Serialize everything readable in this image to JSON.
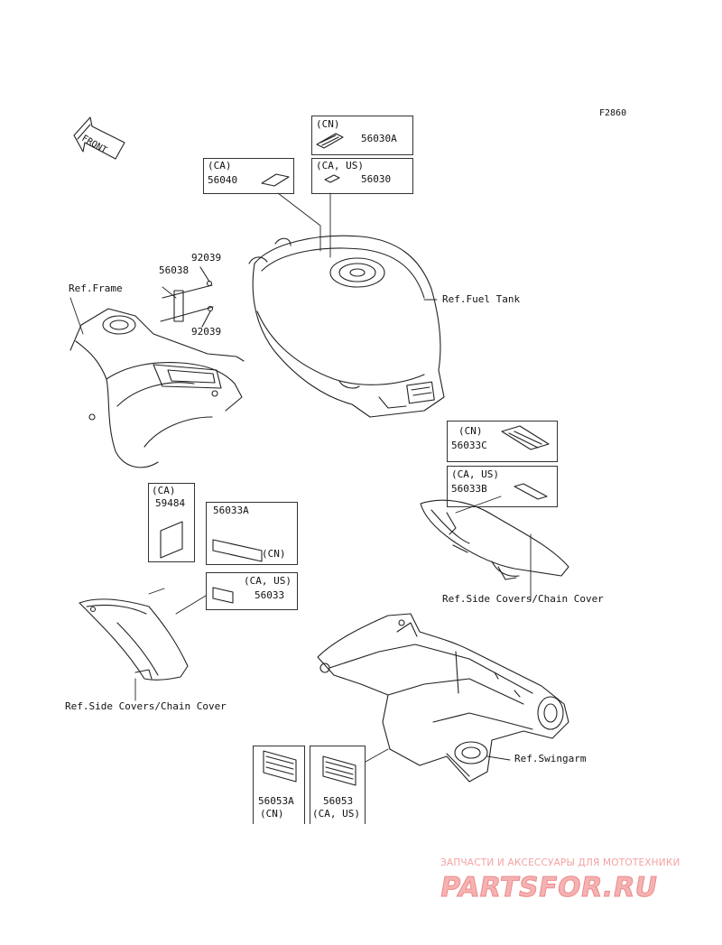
{
  "figure_code": "F2860",
  "front_label": "FRONT",
  "refs": {
    "frame": "Ref.Frame",
    "fuel_tank": "Ref.Fuel Tank",
    "side_covers_upper": "Ref.Side Covers/Chain Cover",
    "side_covers_lower": "Ref.Side Covers/Chain Cover",
    "swingarm": "Ref.Swingarm"
  },
  "parts": {
    "p56030A": {
      "region": "(CN)",
      "number": "56030A"
    },
    "p56030": {
      "region": "(CA, US)",
      "number": "56030"
    },
    "p56040": {
      "region": "(CA)",
      "number": "56040"
    },
    "p56038": {
      "number": "56038"
    },
    "p92039_top": {
      "number": "92039"
    },
    "p92039_bottom": {
      "number": "92039"
    },
    "p56033C": {
      "region": "(CN)",
      "number": "56033C"
    },
    "p56033B": {
      "region": "(CA, US)",
      "number": "56033B"
    },
    "p59484": {
      "region": "(CA)",
      "number": "59484"
    },
    "p56033A": {
      "region": "(CN)",
      "number": "56033A"
    },
    "p56033": {
      "region": "(CA, US)",
      "number": "56033"
    },
    "p56053A": {
      "region": "(CN)",
      "number": "56053A"
    },
    "p56053": {
      "region": "(CA, US)",
      "number": "56053"
    }
  },
  "watermark": {
    "tagline": "ЗАПЧАСТИ И АКСЕССУАРЫ ДЛЯ МОТОТЕХНИКИ",
    "brand": "PARTSFOR.RU"
  },
  "colors": {
    "line": "#222222",
    "watermark": "#f3a2a2"
  }
}
